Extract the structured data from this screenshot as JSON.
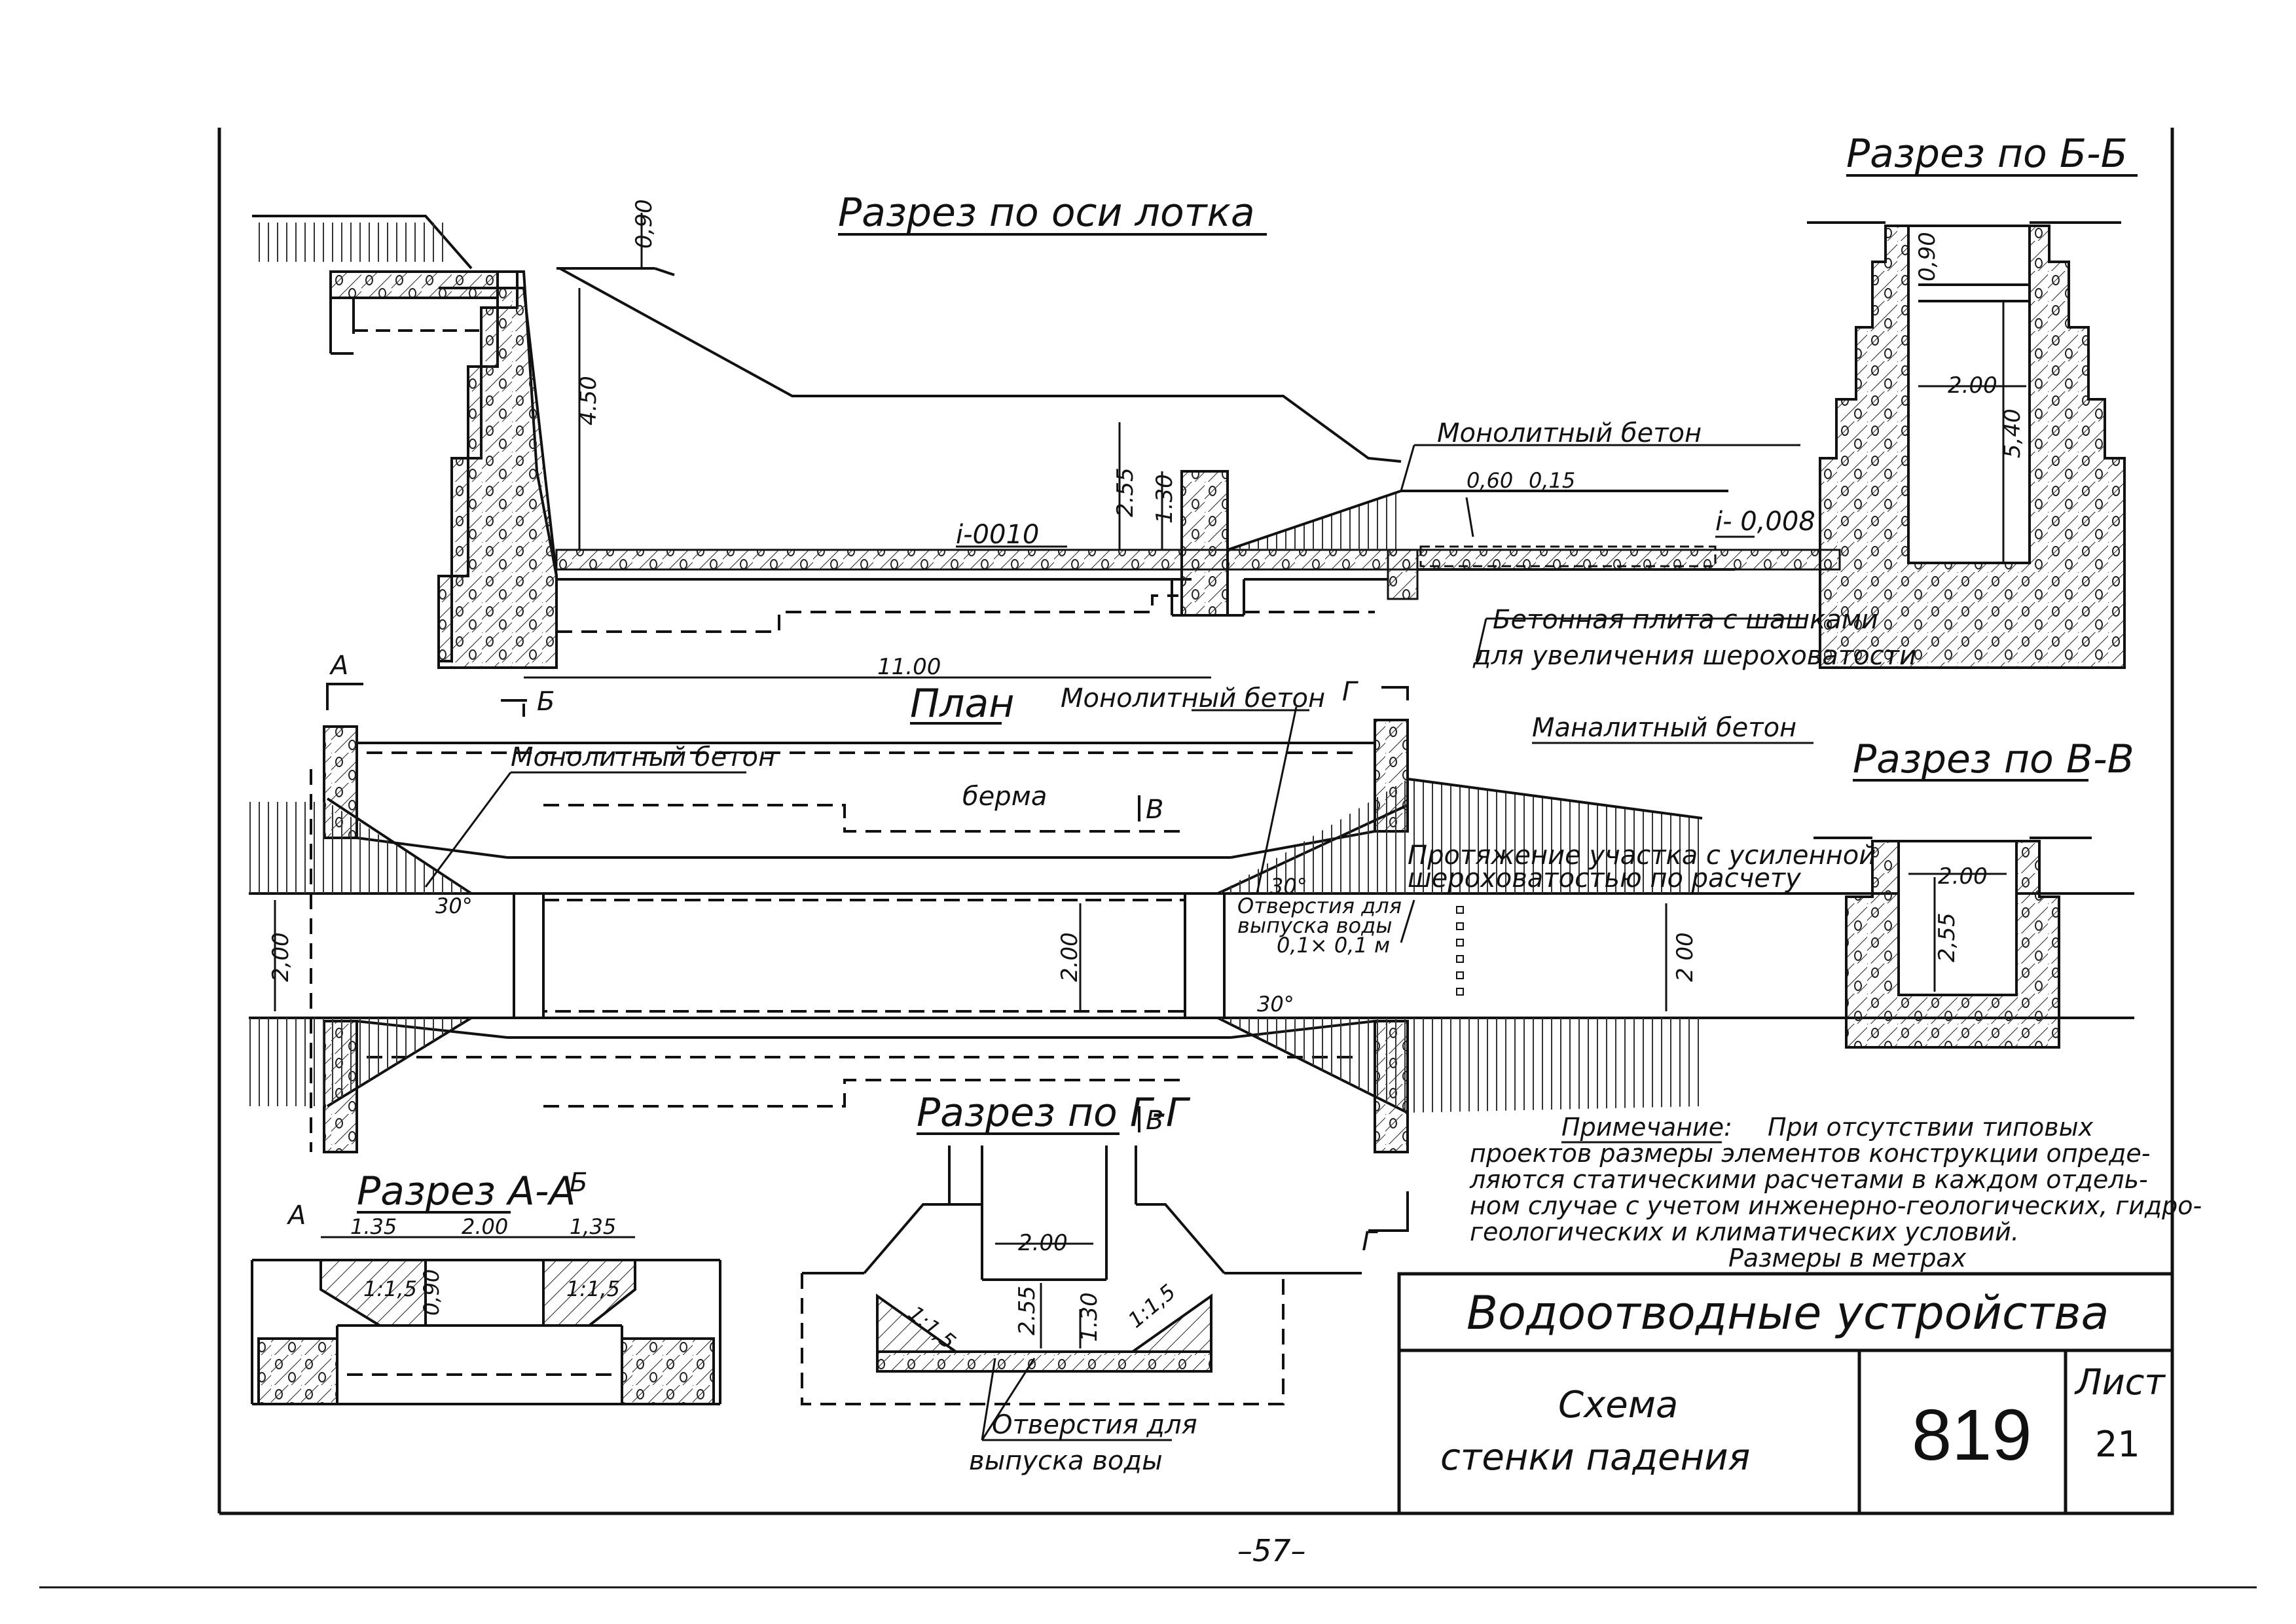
{
  "sections": {
    "axis_section": {
      "title": "Разрез по оси лотка",
      "dims": [
        "0,90",
        "4.50",
        "2.55",
        "1.30",
        "11.00"
      ],
      "slope_left": "i-0010",
      "slope_right": "i- 0,008",
      "labels": {
        "monolithic_top": "Монолитный бетон",
        "monolithic_bottom": "Монолитный бетон",
        "step_dims": [
          "0,60",
          "0,15"
        ],
        "plate_1": "Бетонная плита с шашками",
        "plate_2": "для увеличения шероховатости"
      },
      "markers": [
        "А",
        "Б"
      ]
    },
    "plan": {
      "title": "План",
      "labels": {
        "monolithic_left": "Монолитный бетон",
        "monolithic_right": "Маналитный бетон",
        "berm": "берма",
        "rough_1": "Протяжение участка с усиленной",
        "rough_2": "шероховатостью по расчету",
        "holes_1": "Отверстия для",
        "holes_2": "выпуска воды",
        "holes_3": "0,1× 0,1 м"
      },
      "dims": [
        "2,00",
        "2.00",
        "2 00"
      ],
      "angles": [
        "30°",
        "30°",
        "30°"
      ],
      "markers": [
        "В",
        "В",
        "Г",
        "Г",
        "А",
        "Б"
      ]
    },
    "bb": {
      "title": "Разрез по Б-Б",
      "dims": [
        "0,90",
        "2.00",
        "5,40"
      ]
    },
    "vv": {
      "title": "Разрез по В-В",
      "dims": [
        "2.00",
        "2,55"
      ]
    },
    "aa": {
      "title": "Разрез А-А",
      "dims": [
        "1.35",
        "2.00",
        "1,35",
        "0,90"
      ],
      "slopes": [
        "1:1,5",
        "1:1,5"
      ],
      "markers": [
        "А",
        "Б"
      ]
    },
    "gg": {
      "title": "Разрез по Г-Г",
      "dims": [
        "2.00",
        "2.55",
        "1.30"
      ],
      "slopes": [
        "1:1,5",
        "1:1,5"
      ],
      "label_1": "Отверстия для",
      "label_2": "выпуска воды"
    }
  },
  "note": {
    "heading": "Примечание:",
    "line1": "При отсутствии типовых",
    "line2": "проектов размеры элементов конструкции опреде-",
    "line3": "ляются статическими расчетами в каждом отдель-",
    "line4": "ном случае с учетом инженерно-геологических, гидро-",
    "line5": "геологических и климатических условий.",
    "units": "Размеры в метрах"
  },
  "title_block": {
    "header": "Водоотводные устройства",
    "name_1": "Схема",
    "name_2": "стенки падения",
    "number": "819",
    "sheet_label": "Лист",
    "sheet_no": "21"
  },
  "page_number": "–57–"
}
